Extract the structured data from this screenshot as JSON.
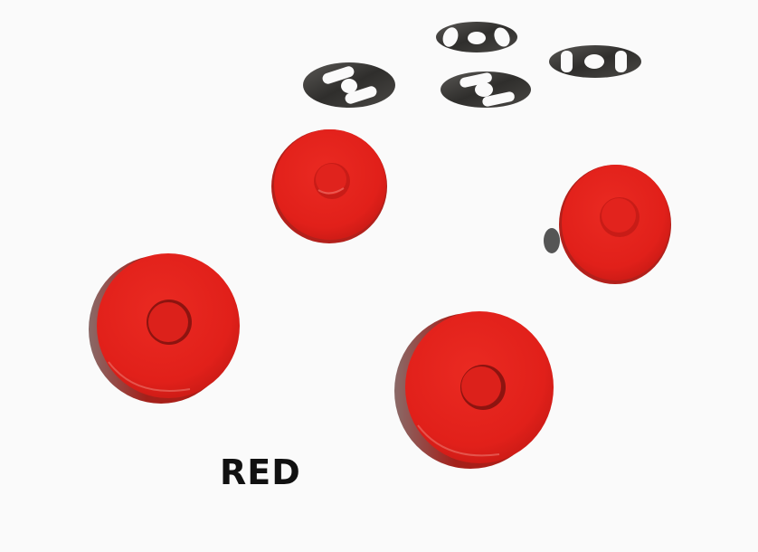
{
  "image": {
    "subject": "red magnetic snap buttons with metal washers",
    "caption": "RED",
    "colors": {
      "background": "#fafafa",
      "button_red": "#e3201b",
      "button_shadow": "#9a1512",
      "washer_metal": "#3b3a38",
      "caption_text": "#111111"
    },
    "objects": [
      {
        "type": "washer",
        "count": 4
      },
      {
        "type": "large-snap-button",
        "count": 2
      },
      {
        "type": "small-snap-button",
        "count": 2
      }
    ]
  }
}
